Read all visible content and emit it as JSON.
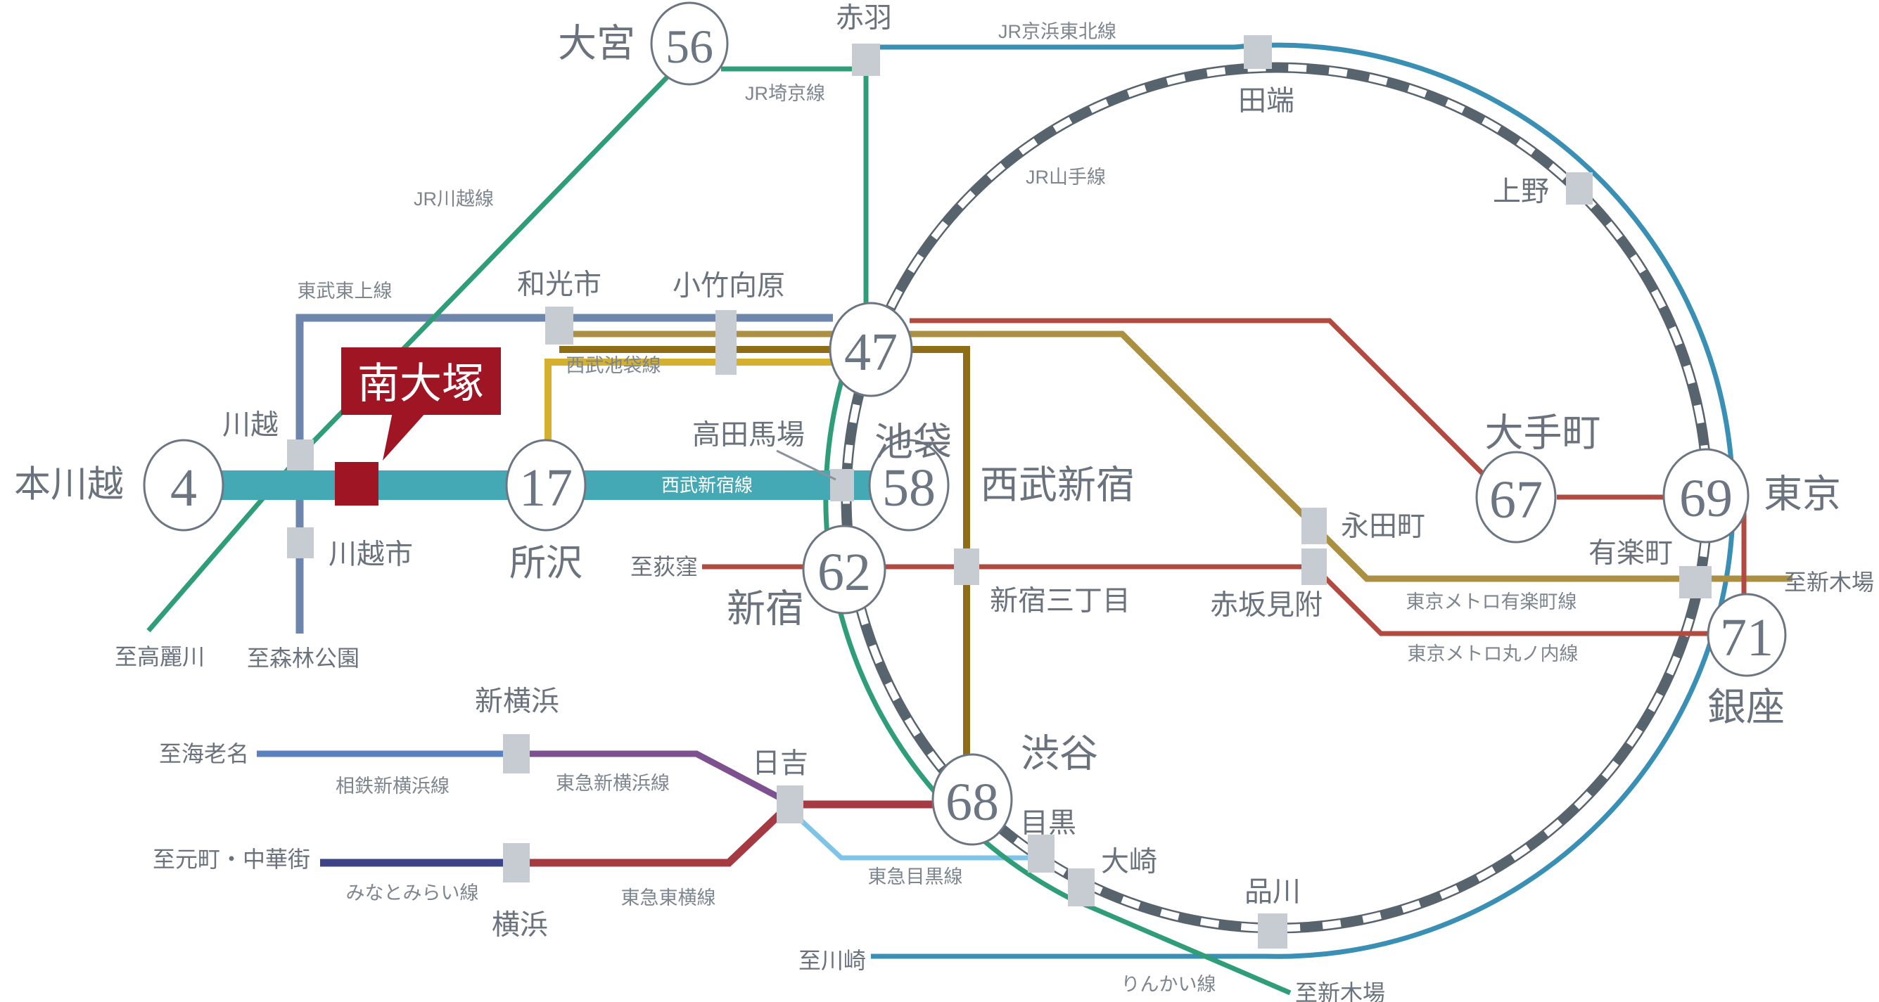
{
  "highlight": {
    "station": "南大塚"
  },
  "stations": {
    "omiya": "大宮",
    "akabane": "赤羽",
    "tabata": "田端",
    "ueno": "上野",
    "kawagoe": "川越",
    "kawagoe_shi": "川越市",
    "hon_kawagoe": "本川越",
    "wako_shi": "和光市",
    "kotake_mukaihara": "小竹向原",
    "ikebukuro": "池袋",
    "takadanobaba": "高田馬場",
    "seibu_shinjuku": "西武新宿",
    "shinjuku": "新宿",
    "tokorozawa": "所沢",
    "shinjuku_sanchome": "新宿三丁目",
    "nagatacho": "永田町",
    "akasaka_mitsuke": "赤坂見附",
    "otemachi": "大手町",
    "tokyo": "東京",
    "yurakucho": "有楽町",
    "ginza": "銀座",
    "shibuya": "渋谷",
    "meguro": "目黒",
    "osaki": "大崎",
    "shinagawa": "品川",
    "shin_yokohama": "新横浜",
    "yokohama": "横浜",
    "hiyoshi": "日吉"
  },
  "times": {
    "hon_kawagoe": "4",
    "tokorozawa": "17",
    "ikebukuro": "47",
    "omiya": "56",
    "seibu_shinjuku": "58",
    "shinjuku": "62",
    "otemachi": "67",
    "shibuya": "68",
    "tokyo": "69",
    "ginza": "71"
  },
  "lines": {
    "jr_kawagoe": "JR川越線",
    "jr_saikyo": "JR埼京線",
    "jr_keihin_tohoku": "JR京浜東北線",
    "jr_yamanote": "JR山手線",
    "tobu_tojo": "東武東上線",
    "seibu_ikebukuro": "西武池袋線",
    "seibu_shinjuku": "西武新宿線",
    "metro_yurakucho": "東京メトロ有楽町線",
    "metro_marunouchi": "東京メトロ丸ノ内線",
    "sotetsu_shin_yokohama": "相鉄新横浜線",
    "tokyu_shin_yokohama": "東急新横浜線",
    "minatomirai": "みなとみらい線",
    "tokyu_toyoko": "東急東横線",
    "tokyu_meguro": "東急目黒線",
    "rinkai": "りんかい線"
  },
  "destinations": {
    "komagawa": "至高麗川",
    "shinrin_koen": "至森林公園",
    "ogikubo": "至荻窪",
    "shin_kiba_east": "至新木場",
    "ebina": "至海老名",
    "motomachi_chukagai": "至元町・中華街",
    "kawasaki": "至川崎",
    "shin_kiba_south": "至新木場"
  },
  "colors": {
    "highlight_red": "#a01523",
    "seibu_teal": "#45a9b5",
    "jr_green": "#2f9e78",
    "keihin_tohoku_blue": "#3a8fb5",
    "yamanote_dark": "#57646e",
    "tobu_blue_gray": "#6e86ab",
    "yurakucho_gold": "#ab9044",
    "fukutoshin_brown": "#8e6d16",
    "seibu_ikebukuro_yellow": "#d4b02c",
    "marunouchi_red": "#b14a40",
    "tokyu_meguro_lightblue": "#7ec4e8",
    "tokyu_shinyoko_purple": "#7d5090",
    "sotetsu_blue": "#5b80c0",
    "minatomirai_navy": "#3c4487",
    "toyoko_maroon": "#a63a42",
    "station_square_gray": "#c7ccd2",
    "text_gray": "#6a737d"
  }
}
